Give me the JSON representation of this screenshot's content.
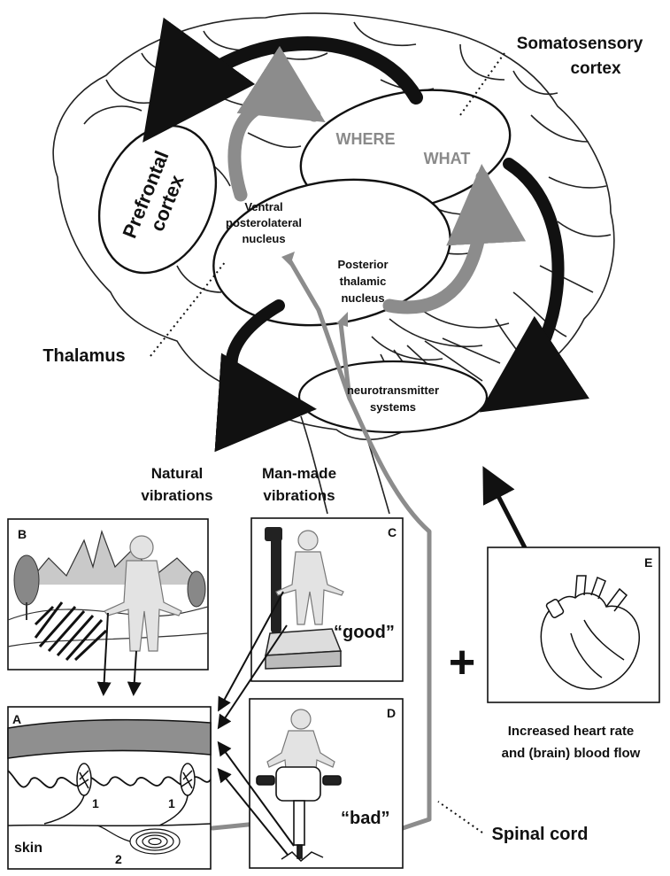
{
  "brain": {
    "somatosensory": [
      "Somatosensory",
      "cortex"
    ],
    "where": "WHERE",
    "what": "WHAT",
    "prefrontal": [
      "Prefrontal",
      "cortex"
    ],
    "vpl": [
      "Ventral",
      "posterolateral",
      "nucleus"
    ],
    "posterior": [
      "Posterior",
      "thalamic",
      "nucleus"
    ],
    "thalamus": "Thalamus",
    "neurotransmitter": [
      "neurotransmitter",
      "systems"
    ]
  },
  "sources": {
    "natural": [
      "Natural",
      "vibrations"
    ],
    "manmade": [
      "Man-made",
      "vibrations"
    ]
  },
  "panels": {
    "A": {
      "letter": "A",
      "skin_label": "skin",
      "receptor1": "1",
      "receptor2": "2"
    },
    "B": {
      "letter": "B"
    },
    "C": {
      "letter": "C",
      "caption": "“good”"
    },
    "D": {
      "letter": "D",
      "caption": "“bad”"
    },
    "E": {
      "letter": "E",
      "caption": [
        "Increased heart rate",
        "and (brain) blood flow"
      ]
    }
  },
  "plus": "+",
  "spinal_cord": "Spinal cord",
  "colors": {
    "black_arrow": "#111111",
    "gray_arrow": "#8c8c8c",
    "skin_band": "#8f8f8f",
    "figure_fill": "#e3e3e3"
  }
}
